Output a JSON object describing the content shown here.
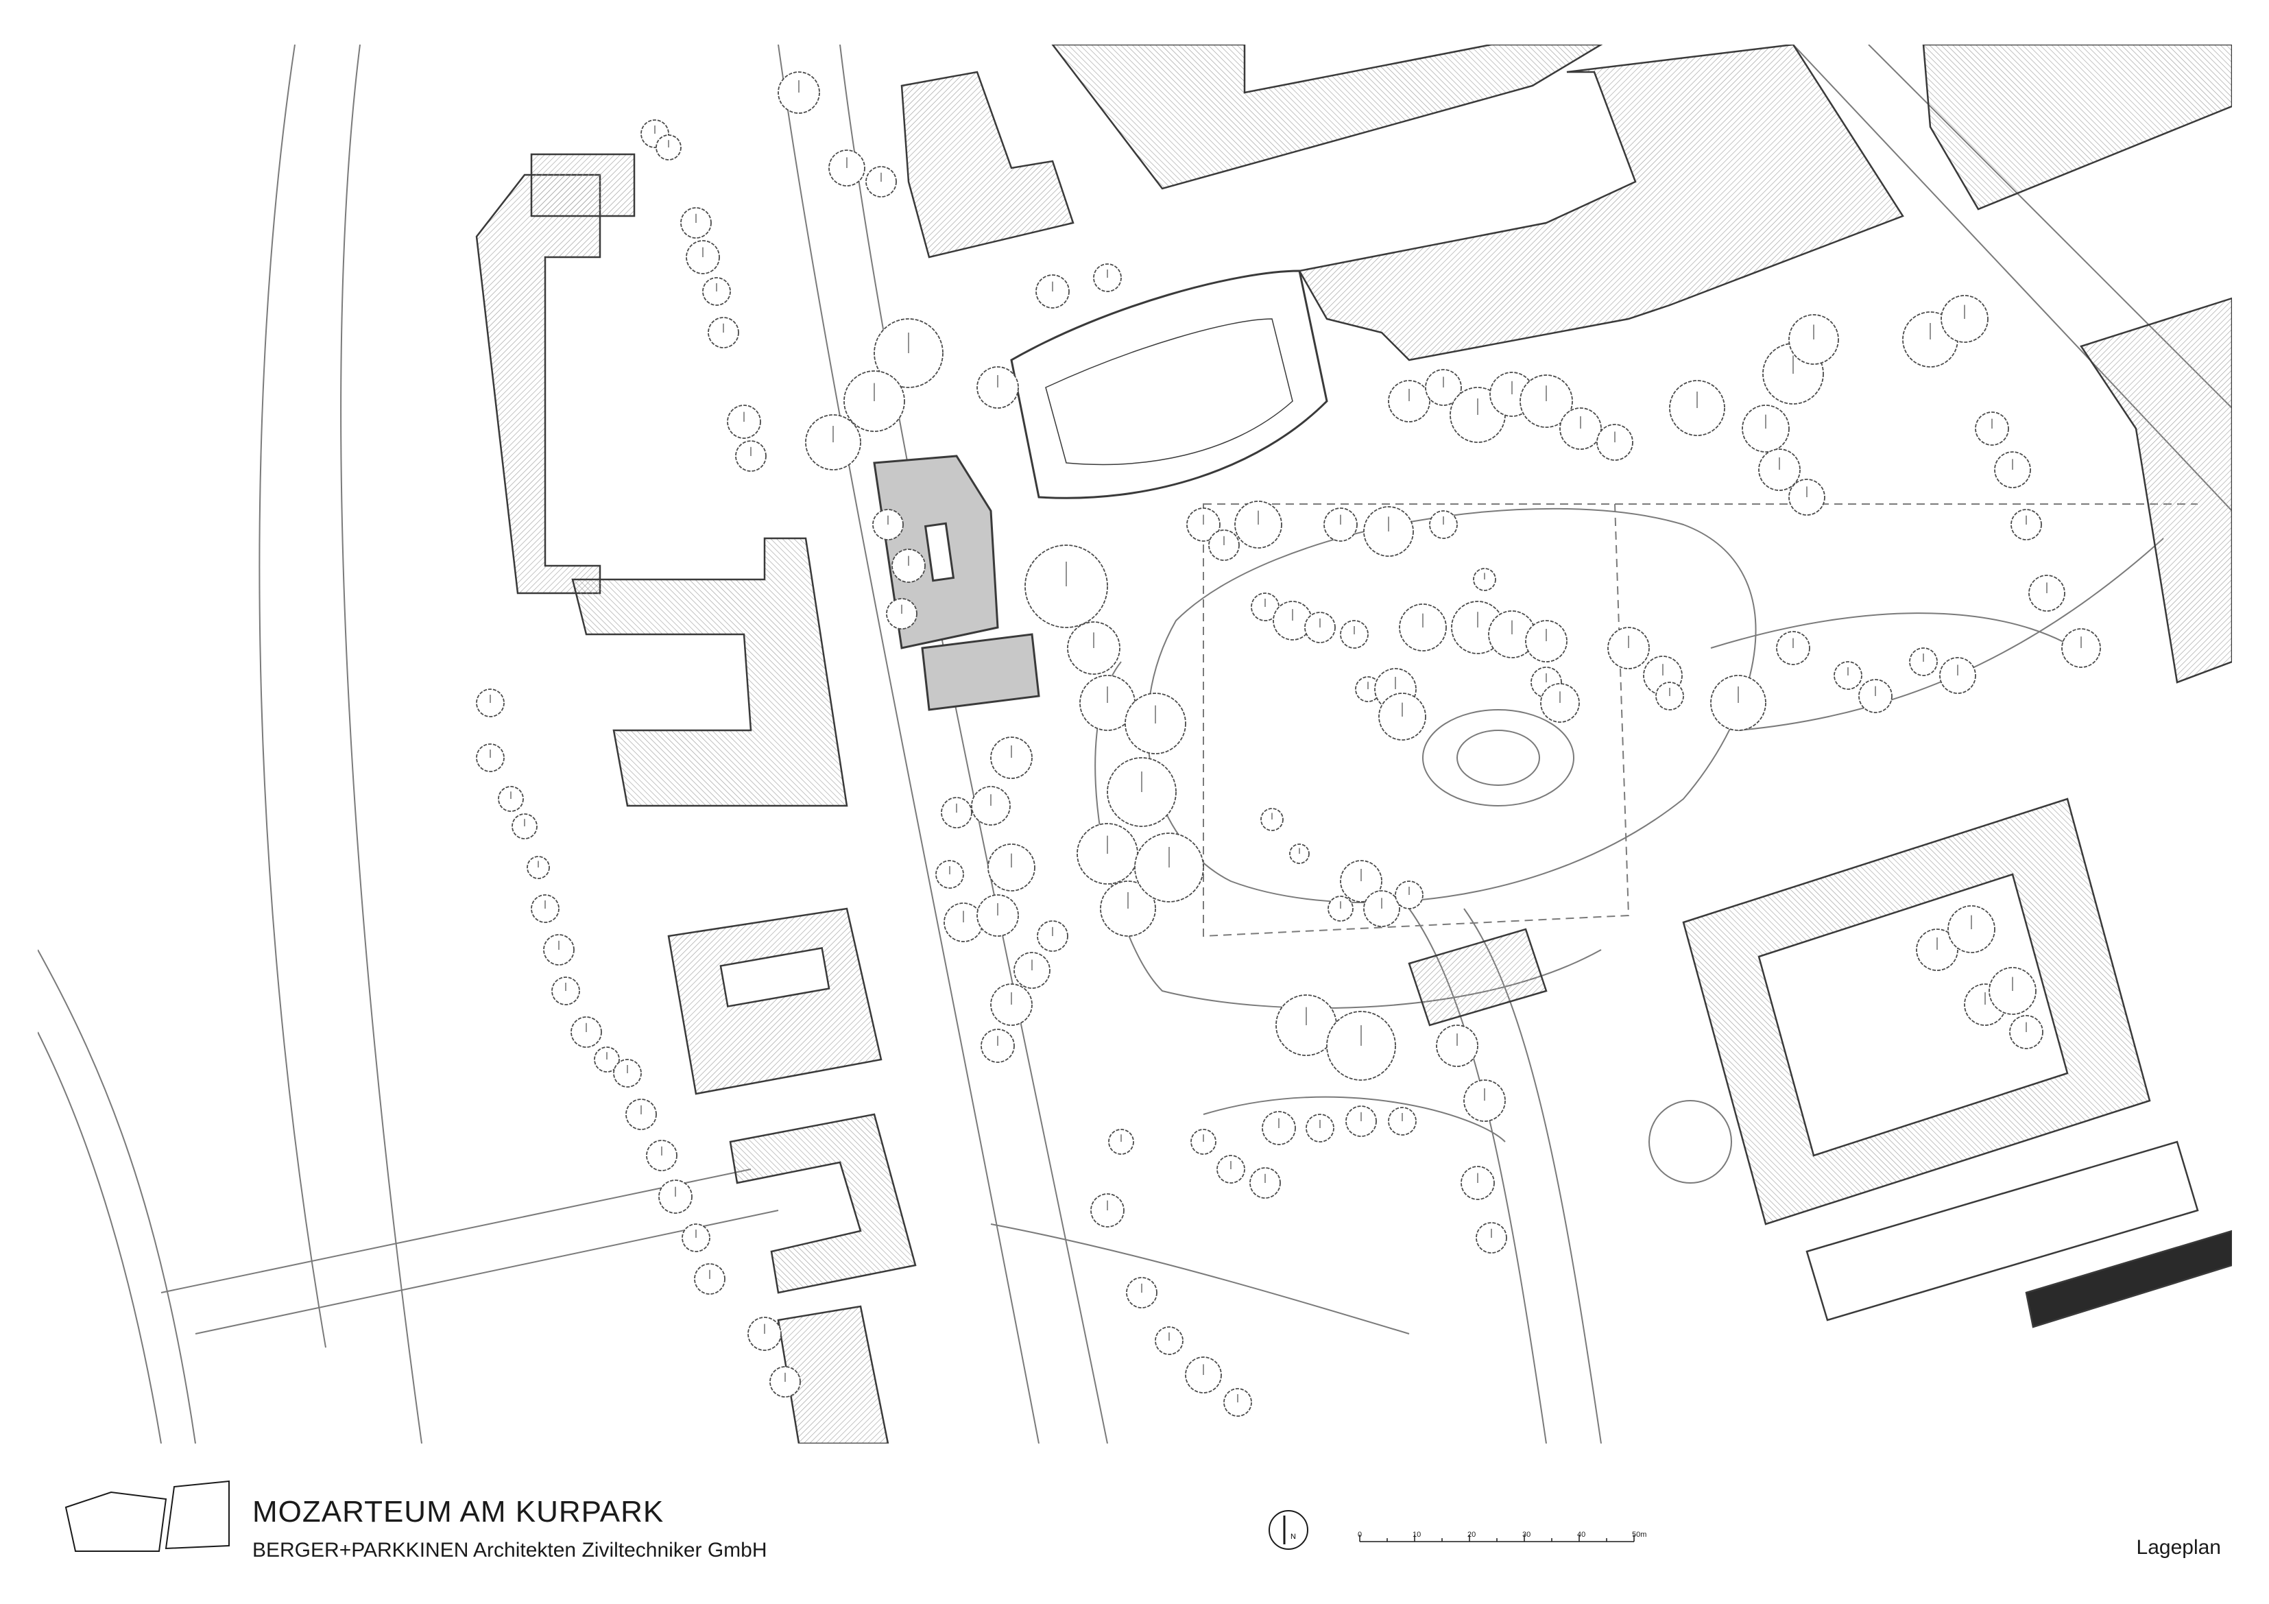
{
  "title_block": {
    "project_title": "MOZARTEUM AM KURPARK",
    "architect": "BERGER+PARKKINEN Architekten Ziviltechniker GmbH",
    "sheet_name": "Lageplan"
  },
  "north_arrow": {
    "letter": "N"
  },
  "scale_bar": {
    "labels": [
      "0",
      "10",
      "20",
      "30",
      "40",
      "50m"
    ],
    "values_m": [
      0,
      10,
      20,
      30,
      40,
      50
    ]
  },
  "colors": {
    "line": "#3a3a3a",
    "line_light": "#8a8a8a",
    "highlight_building": "#c8c8c8",
    "paper": "#ffffff"
  }
}
